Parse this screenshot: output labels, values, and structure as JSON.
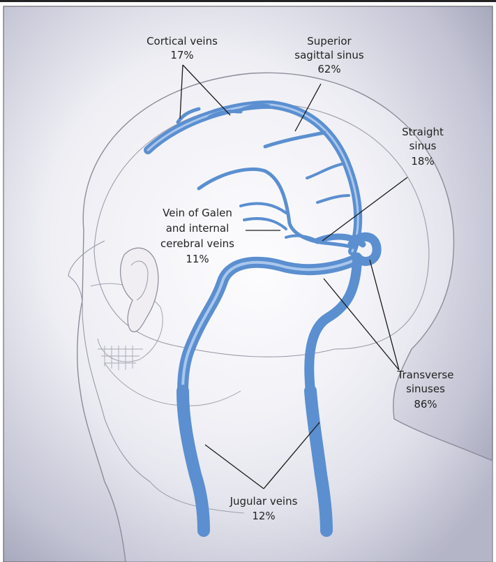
{
  "labels": {
    "cortical": {
      "line1": "Cortical veins",
      "line2": "17%"
    },
    "superior": {
      "line1": "Superior",
      "line2": "sagittal sinus",
      "line3": "62%"
    },
    "straight": {
      "line1": "Straight",
      "line2": "sinus",
      "line3": "18%"
    },
    "galen": {
      "line1": "Vein of Galen",
      "line2": "and internal",
      "line3": "cerebral veins",
      "line4": "11%"
    },
    "transverse": {
      "line1": "Transverse",
      "line2": "sinuses",
      "line3": "86%"
    },
    "jugular": {
      "line1": "Jugular veins",
      "line2": "12%"
    }
  },
  "colors": {
    "vein": "#5b8fd0",
    "vein_highlight": "#a9c7ec",
    "head_outline": "#8c8c9a",
    "background_dark": "#9ea0b5",
    "background_light": "#f4f4f8"
  }
}
